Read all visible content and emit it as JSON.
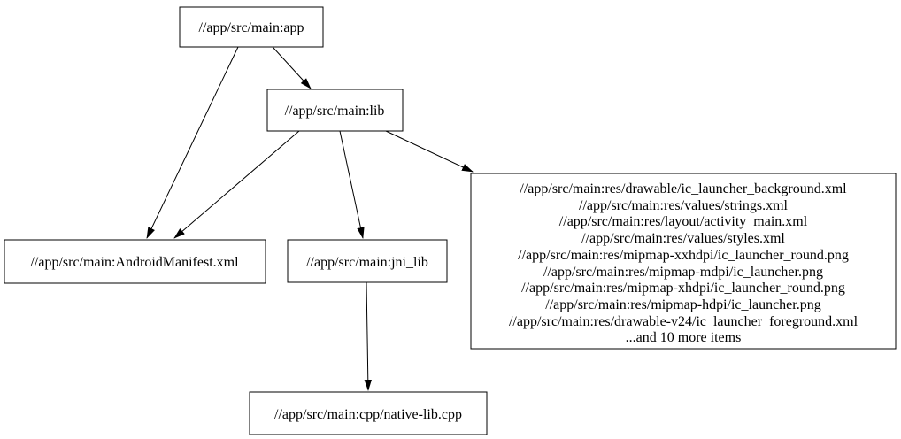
{
  "diagram": {
    "type": "directed-dependency-graph",
    "background_color": "#ffffff",
    "node_fill_color": "#ffffff",
    "node_border_color": "#000000",
    "text_color": "#000000",
    "edge_color": "#000000"
  },
  "nodes": {
    "app": {
      "label": "//app/src/main:app"
    },
    "lib": {
      "label": "//app/src/main:lib"
    },
    "android_manifest": {
      "label": "//app/src/main:AndroidManifest.xml"
    },
    "jni_lib": {
      "label": "//app/src/main:jni_lib"
    },
    "native_lib_cpp": {
      "label": "//app/src/main:cpp/native-lib.cpp"
    },
    "res_group": {
      "lines": [
        "//app/src/main:res/drawable/ic_launcher_background.xml",
        "//app/src/main:res/values/strings.xml",
        "//app/src/main:res/layout/activity_main.xml",
        "//app/src/main:res/values/styles.xml",
        "//app/src/main:res/mipmap-xxhdpi/ic_launcher_round.png",
        "//app/src/main:res/mipmap-mdpi/ic_launcher.png",
        "//app/src/main:res/mipmap-xhdpi/ic_launcher_round.png",
        "//app/src/main:res/mipmap-hdpi/ic_launcher.png",
        "//app/src/main:res/drawable-v24/ic_launcher_foreground.xml",
        "...and 10 more items"
      ]
    }
  },
  "edges": [
    {
      "from": "app",
      "to": "lib"
    },
    {
      "from": "app",
      "to": "android_manifest"
    },
    {
      "from": "lib",
      "to": "android_manifest"
    },
    {
      "from": "lib",
      "to": "jni_lib"
    },
    {
      "from": "lib",
      "to": "res_group"
    },
    {
      "from": "jni_lib",
      "to": "native_lib_cpp"
    }
  ]
}
